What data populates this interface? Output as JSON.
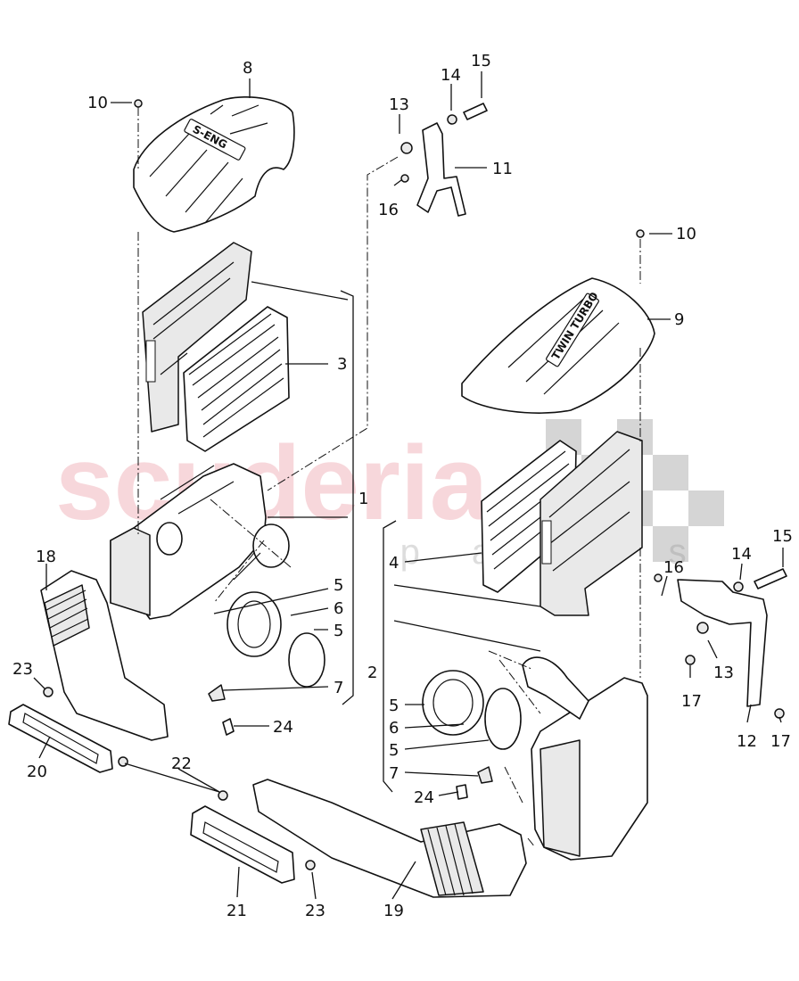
{
  "watermark": {
    "main": "scuderia",
    "sub": "car parts"
  },
  "badges": {
    "cover_left": "S-ENG",
    "cover_right": "TWIN TURBO"
  },
  "labels": [
    "8",
    "10",
    "13",
    "14",
    "15",
    "11",
    "16",
    "10",
    "9",
    "3",
    "1",
    "18",
    "5",
    "6",
    "5",
    "7",
    "24",
    "23",
    "20",
    "22",
    "21",
    "23",
    "19",
    "4",
    "2",
    "5",
    "6",
    "5",
    "7",
    "24",
    "16",
    "14",
    "15",
    "13",
    "17",
    "12",
    "17"
  ]
}
